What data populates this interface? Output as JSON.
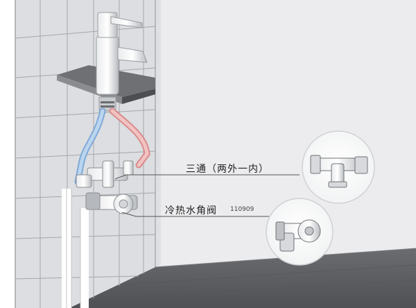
{
  "labels": {
    "tee": "三通（两外一内）",
    "angle_valve": "冷热水角阀",
    "angle_valve_code": "110909"
  },
  "colors": {
    "wall_right": "#e9eaec",
    "tile": "#dcdee1",
    "grout": "#9ea1a6",
    "floor": "#5c5e62",
    "cold_pipe": "#9fc3e6",
    "hot_pipe": "#e6a5a5",
    "chrome": "#c7c9cc",
    "callout_line": "#555555"
  },
  "icons": {
    "tee_fitting": "tee-fitting-icon",
    "angle_valve": "angle-valve-icon",
    "faucet": "faucet-icon"
  }
}
